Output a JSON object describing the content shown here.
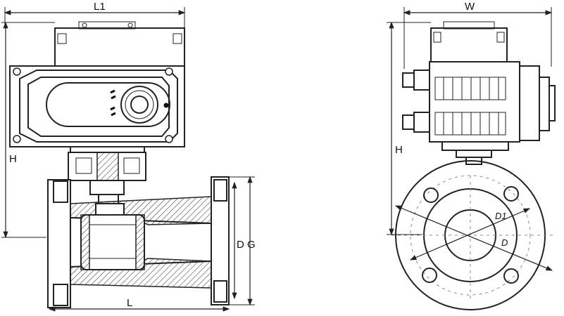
{
  "front_view": {
    "labels": {
      "actuator_length": "L1",
      "height": "H",
      "length": "L",
      "flange_dims": "D G"
    }
  },
  "side_view": {
    "labels": {
      "width": "W",
      "height": "H",
      "bolt_circle": "D1",
      "flange_diameter": "D"
    }
  }
}
